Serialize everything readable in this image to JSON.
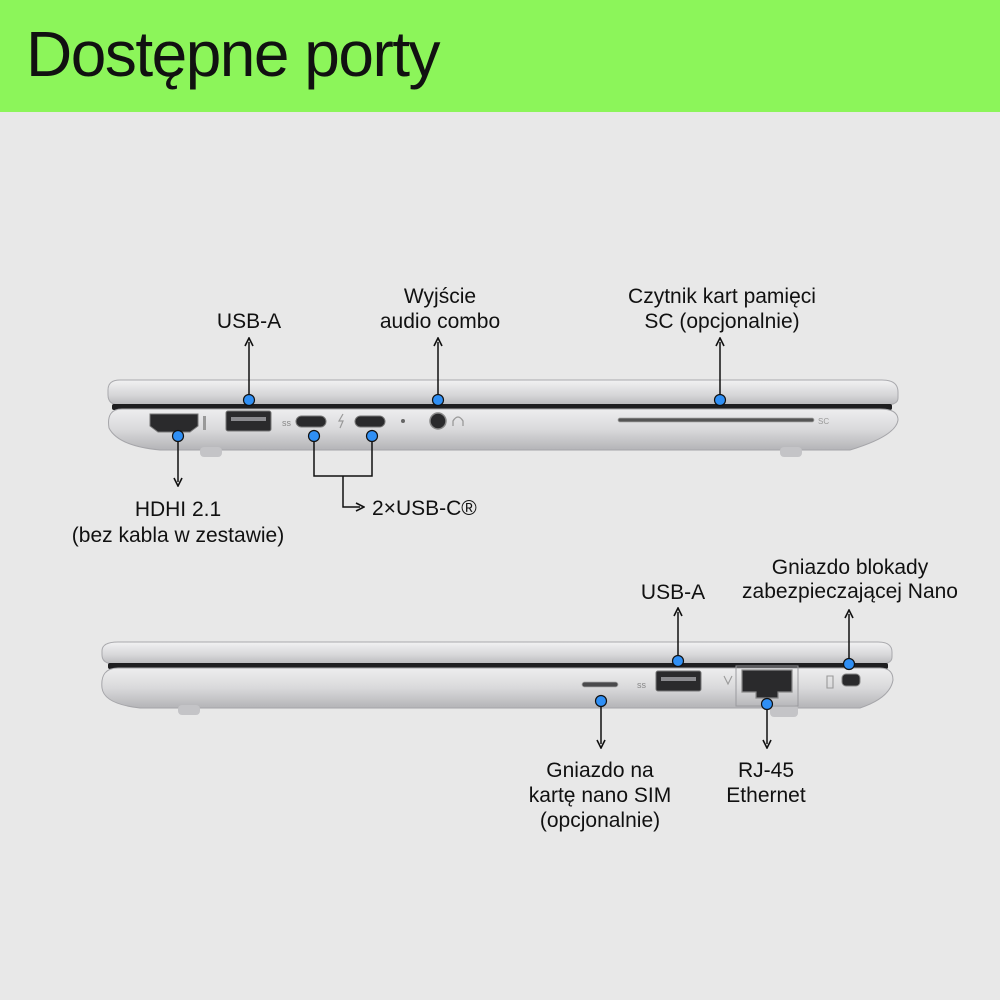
{
  "header": {
    "title": "Dostępne porty",
    "background_color": "#8cf55a"
  },
  "colors": {
    "page_background": "#e8e8e8",
    "marker_dot": "#2f8ff5",
    "laptop_body": "#d4d4d6",
    "port_dark": "#2a2a2c",
    "line_color": "#111111"
  },
  "left_side_view": {
    "usb_a": "USB-A",
    "audio_line1": "Wyjście",
    "audio_line2": "audio combo",
    "card_reader_line1": "Czytnik kart pamięci",
    "card_reader_line2": "SC (opcjonalnie)",
    "hdmi_line1": "HDHI 2.1",
    "hdmi_line2": "(bez kabla w zestawie)",
    "usb_c": "2×USB-C®"
  },
  "right_side_view": {
    "lock_line1": "Gniazdo blokady",
    "lock_line2": "zabezpieczającej Nano",
    "usb_a": "USB-A",
    "sim_line1": "Gniazdo na",
    "sim_line2": "kartę nano SIM",
    "sim_line3": "(opcjonalnie)",
    "rj45_line1": "RJ-45",
    "rj45_line2": "Ethernet"
  },
  "icons": [
    "hdmi-port-icon",
    "usb-a-port-icon",
    "usb-c-port-icon",
    "audio-jack-icon",
    "card-reader-slot-icon",
    "sim-slot-icon",
    "rj45-port-icon",
    "lock-slot-icon",
    "headphone-icon",
    "thunderbolt-icon",
    "arrow-icon"
  ]
}
